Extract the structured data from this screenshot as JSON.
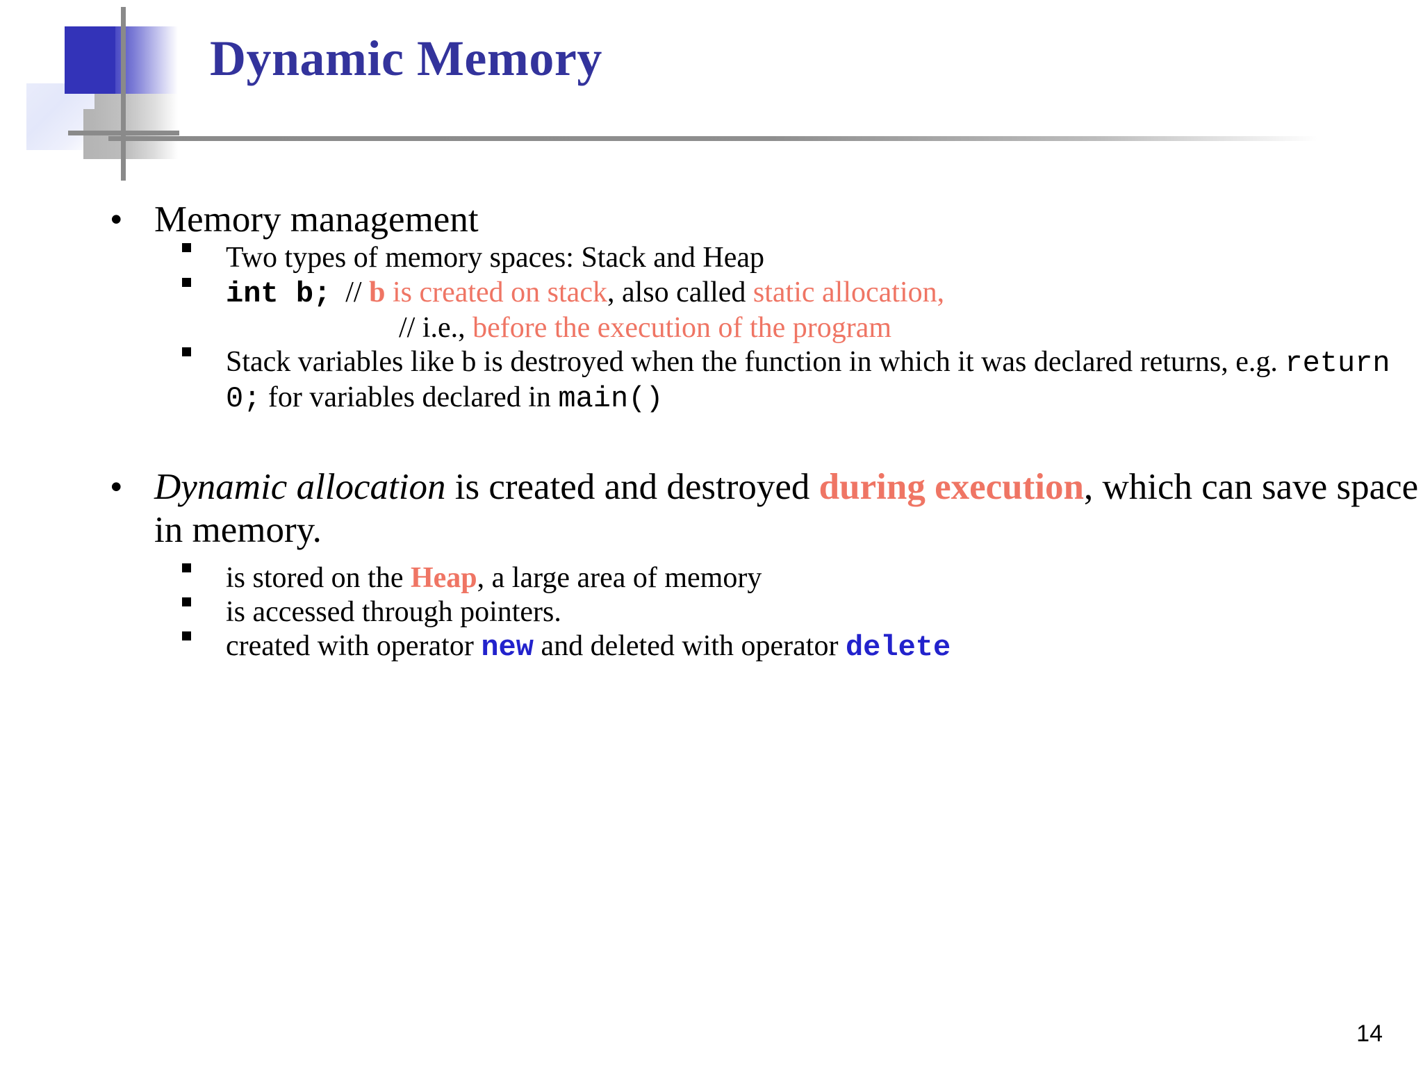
{
  "slide": {
    "title": "Dynamic Memory",
    "page_number": "14",
    "colors": {
      "title_blue": "#33339c",
      "accent_salmon": "#ef7564",
      "code_blue": "#2222cc",
      "deco_blue": "#3333b8",
      "rule_gray": "#8a8a8a"
    }
  },
  "body": {
    "bullet_glyph_level1": "•",
    "blocks": [
      {
        "id": "memory-management",
        "level1": "Memory management",
        "sub": [
          {
            "id": "two-types",
            "text": "Two types of memory spaces: Stack and Heap"
          },
          {
            "id": "int-b-line",
            "code": "int b;",
            "comment_slashes": "// ",
            "var_b": "b",
            "mid1": " is created on stack",
            "mid2": ", also called ",
            "tail": "static allocation,",
            "second_line_slashes": "// ",
            "second_line_ie": "i.e., ",
            "second_line_accent": "before the execution of the program"
          },
          {
            "id": "stack-variables",
            "part1": "Stack variables like b is destroyed when the function in which it was declared returns, e.g. ",
            "code1": "return 0;",
            "part2": " for variables declared in ",
            "code2": "main()"
          }
        ]
      },
      {
        "id": "dynamic-allocation",
        "lead_italic": "Dynamic allocation",
        "lead_rest": " is created and destroyed ",
        "lead_accent1": "during execution",
        "lead_tail": ", which can save space in memory.",
        "sub": [
          {
            "id": "stored-on-heap",
            "pre": "is stored on the ",
            "accent": "Heap",
            "post": ", a large area of memory"
          },
          {
            "id": "accessed-through-pointers",
            "text": "is accessed through pointers."
          },
          {
            "id": "new-delete",
            "pre": "created with operator ",
            "code1": "new",
            "mid": " and deleted with operator ",
            "code2": "delete"
          }
        ]
      }
    ]
  }
}
